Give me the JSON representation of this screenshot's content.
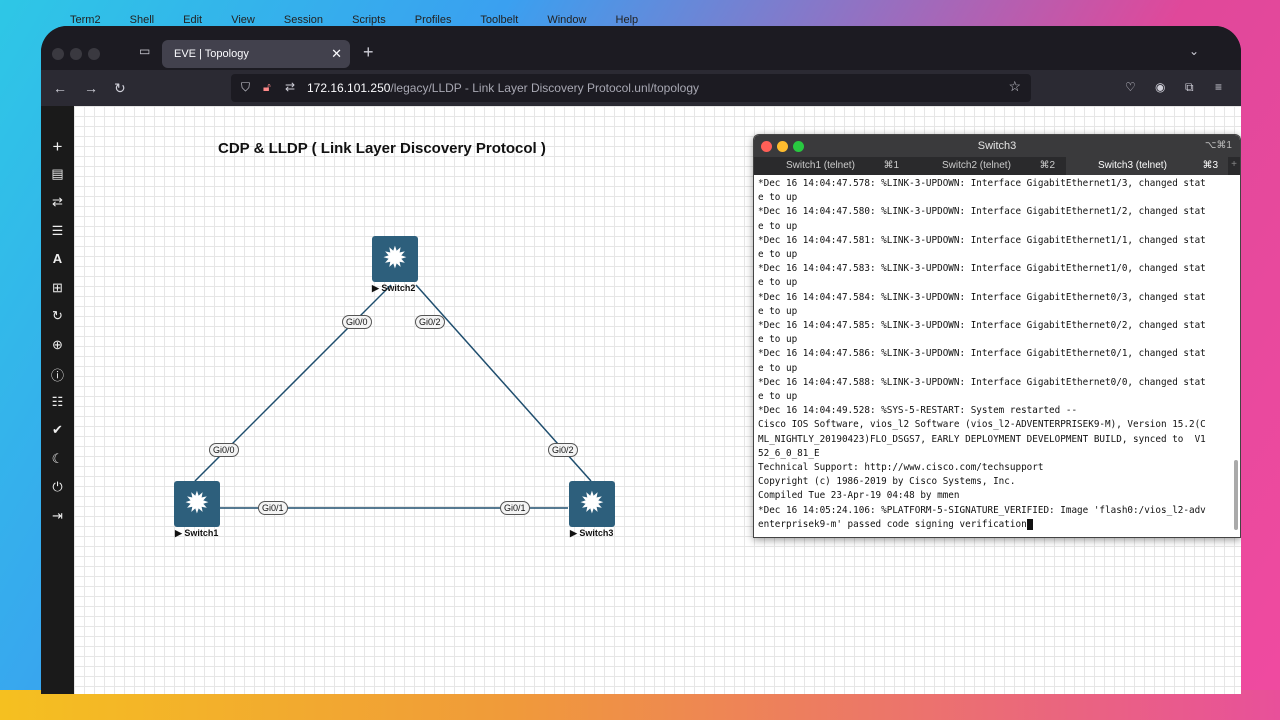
{
  "mac_menu": [
    "Term2",
    "Shell",
    "Edit",
    "View",
    "Session",
    "Scripts",
    "Profiles",
    "Toolbelt",
    "Window",
    "Help"
  ],
  "browser": {
    "tab_title": "EVE | Topology",
    "tab_close": "✕",
    "new_tab": "+",
    "url_host": "172.16.101.250",
    "url_path": "/legacy/LLDP - Link Layer Discovery Protocol.unl/topology"
  },
  "topology": {
    "title": "CDP & LLDP ( Link Layer Discovery Protocol )",
    "switches": {
      "switch1": "Switch1",
      "switch2": "Switch2",
      "switch3": "Switch3"
    },
    "ports": {
      "s2_left": "Gi0/0",
      "s2_right": "Gi0/2",
      "s1_up": "Gi0/0",
      "s1_right": "Gi0/1",
      "s3_up": "Gi0/2",
      "s3_left": "Gi0/1"
    },
    "link_color": "#1f4e6e"
  },
  "terminal": {
    "title": "Switch3",
    "title_shortcut": "⌥⌘1",
    "tabs": [
      {
        "name": "Switch1 (telnet)",
        "key": "⌘1"
      },
      {
        "name": "Switch2 (telnet)",
        "key": "⌘2"
      },
      {
        "name": "Switch3 (telnet)",
        "key": "⌘3"
      }
    ],
    "lines": "*Dec 16 14:04:47.578: %LINK-3-UPDOWN: Interface GigabitEthernet1/3, changed stat\ne to up\n*Dec 16 14:04:47.580: %LINK-3-UPDOWN: Interface GigabitEthernet1/2, changed stat\ne to up\n*Dec 16 14:04:47.581: %LINK-3-UPDOWN: Interface GigabitEthernet1/1, changed stat\ne to up\n*Dec 16 14:04:47.583: %LINK-3-UPDOWN: Interface GigabitEthernet1/0, changed stat\ne to up\n*Dec 16 14:04:47.584: %LINK-3-UPDOWN: Interface GigabitEthernet0/3, changed stat\ne to up\n*Dec 16 14:04:47.585: %LINK-3-UPDOWN: Interface GigabitEthernet0/2, changed stat\ne to up\n*Dec 16 14:04:47.586: %LINK-3-UPDOWN: Interface GigabitEthernet0/1, changed stat\ne to up\n*Dec 16 14:04:47.588: %LINK-3-UPDOWN: Interface GigabitEthernet0/0, changed stat\ne to up\n*Dec 16 14:04:49.528: %SYS-5-RESTART: System restarted --\nCisco IOS Software, vios_l2 Software (vios_l2-ADVENTERPRISEK9-M), Version 15.2(C\nML_NIGHTLY_20190423)FLO_DSGS7, EARLY DEPLOYMENT DEVELOPMENT BUILD, synced to  V1\n52_6_0_81_E\nTechnical Support: http://www.cisco.com/techsupport\nCopyright (c) 1986-2019 by Cisco Systems, Inc.\nCompiled Tue 23-Apr-19 04:48 by mmen\n*Dec 16 14:05:24.106: %PLATFORM-5-SIGNATURE_VERIFIED: Image 'flash0:/vios_l2-adv\nenterprisek9-m' passed code signing verification"
  }
}
